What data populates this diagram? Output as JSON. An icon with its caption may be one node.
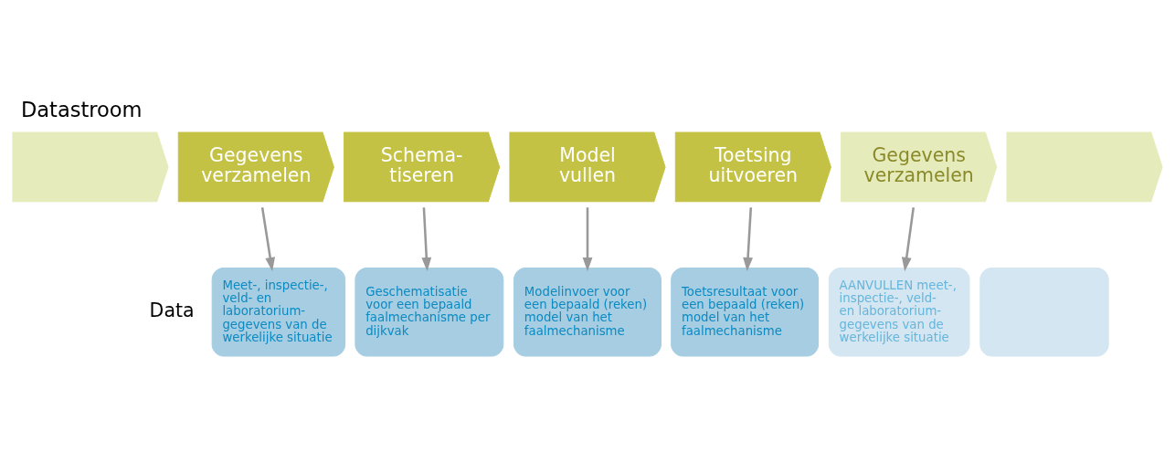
{
  "diagram": {
    "title": "Datastroom",
    "nodes": [
      {
        "text": [],
        "shape": "chevron"
      },
      {
        "text": [
          "Gegevens verzamelen"
        ]
      },
      {
        "text": [
          "Schema- tiseren"
        ]
      },
      {
        "text": [
          "Model vullen"
        ]
      },
      {
        "text": [
          "Toetsing uitvoeren"
        ]
      },
      {
        "text": [
          "Gegevens verzamelen"
        ]
      },
      {
        "text": [],
        "shape": "chevron"
      },
      {
        "text": [
          "Meet-, inspectie-, veld- en laboratorium- gegevens van de werkelijke situatie"
        ]
      },
      {
        "text": [
          "Geschematisatie voor een bepaald faalmechanisme per dijkvak"
        ]
      },
      {
        "text": [
          "Modelinvoer voor een bepaald (reken) model van het faalmechanisme"
        ]
      },
      {
        "text": [
          "Toetsresultaat voor een bepaald (reken) model van het faalmechanisme"
        ]
      },
      {
        "text": [
          "AANVULLEN meet-, inspectie-, veld- en laboratorium- gegevens van de werkelijke situatie"
        ]
      },
      {
        "text": [],
        "shape": "box"
      }
    ],
    "edges": [
      {
        "from": 1,
        "to": 7,
        "arrow": "to"
      },
      {
        "from": 2,
        "to": 8,
        "arrow": "to"
      },
      {
        "from": 3,
        "to": 9,
        "arrow": "to"
      },
      {
        "from": 4,
        "to": 10,
        "arrow": "to"
      },
      {
        "from": 5,
        "to": 11,
        "arrow": "to"
      }
    ],
    "labels": [
      "Data"
    ]
  }
}
